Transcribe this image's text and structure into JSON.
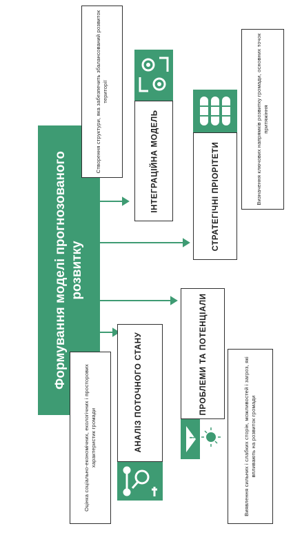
{
  "main_title": "Формування моделі прогнозованого розвитку",
  "colors": {
    "accent": "#3e9b73",
    "line": "#2e2e2e",
    "arrow": "#3e9b73"
  },
  "cards": [
    {
      "title": "АНАЛІЗ ПОТОЧНОГО СТАНУ",
      "description": "Оцінка соціально-економічних, екологічних і просторових характеристик громади",
      "icon": "analysis-icon"
    },
    {
      "title": "ПРОБЛЕМИ ТА ПОТЕНЦІАЛИ",
      "description": "Виявлення сильних і слабких сторін, можливостей і загроз, які впливають на розвиток громади",
      "icon": "warning-icon"
    },
    {
      "title": "ІНТЕГРАЦІЙНА МОДЕЛЬ",
      "description": "Створення структури, яка забезпечить збалансований розвиток території",
      "icon": "gears-icon"
    },
    {
      "title": "СТРАТЕГІЧНІ ПРІОРІТЕТИ",
      "description": "Визначення ключових напрямків розвитку громади, основних точок притяжіння",
      "icon": "barrels-icon"
    }
  ]
}
